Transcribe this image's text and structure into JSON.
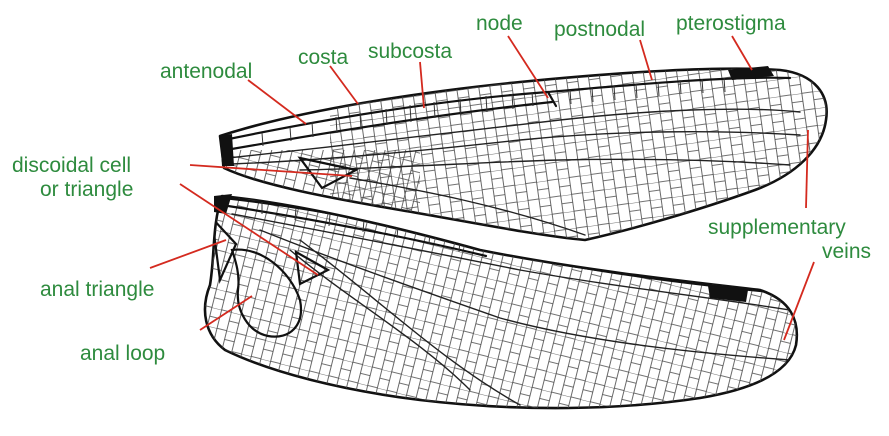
{
  "colors": {
    "label": "#2e8b3e",
    "pointer": "#d42a1f",
    "vein": "#111111"
  },
  "labels": {
    "antenodal": "antenodal",
    "costa": "costa",
    "subcosta": "subcosta",
    "node": "node",
    "postnodal": "postnodal",
    "pterostigma": "pterostigma",
    "discoidal_line1": "discoidal cell",
    "discoidal_line2": "or triangle",
    "supplementary_line1": "supplementary",
    "supplementary_line2": "veins",
    "anal_triangle": "anal triangle",
    "anal_loop": "anal loop"
  }
}
